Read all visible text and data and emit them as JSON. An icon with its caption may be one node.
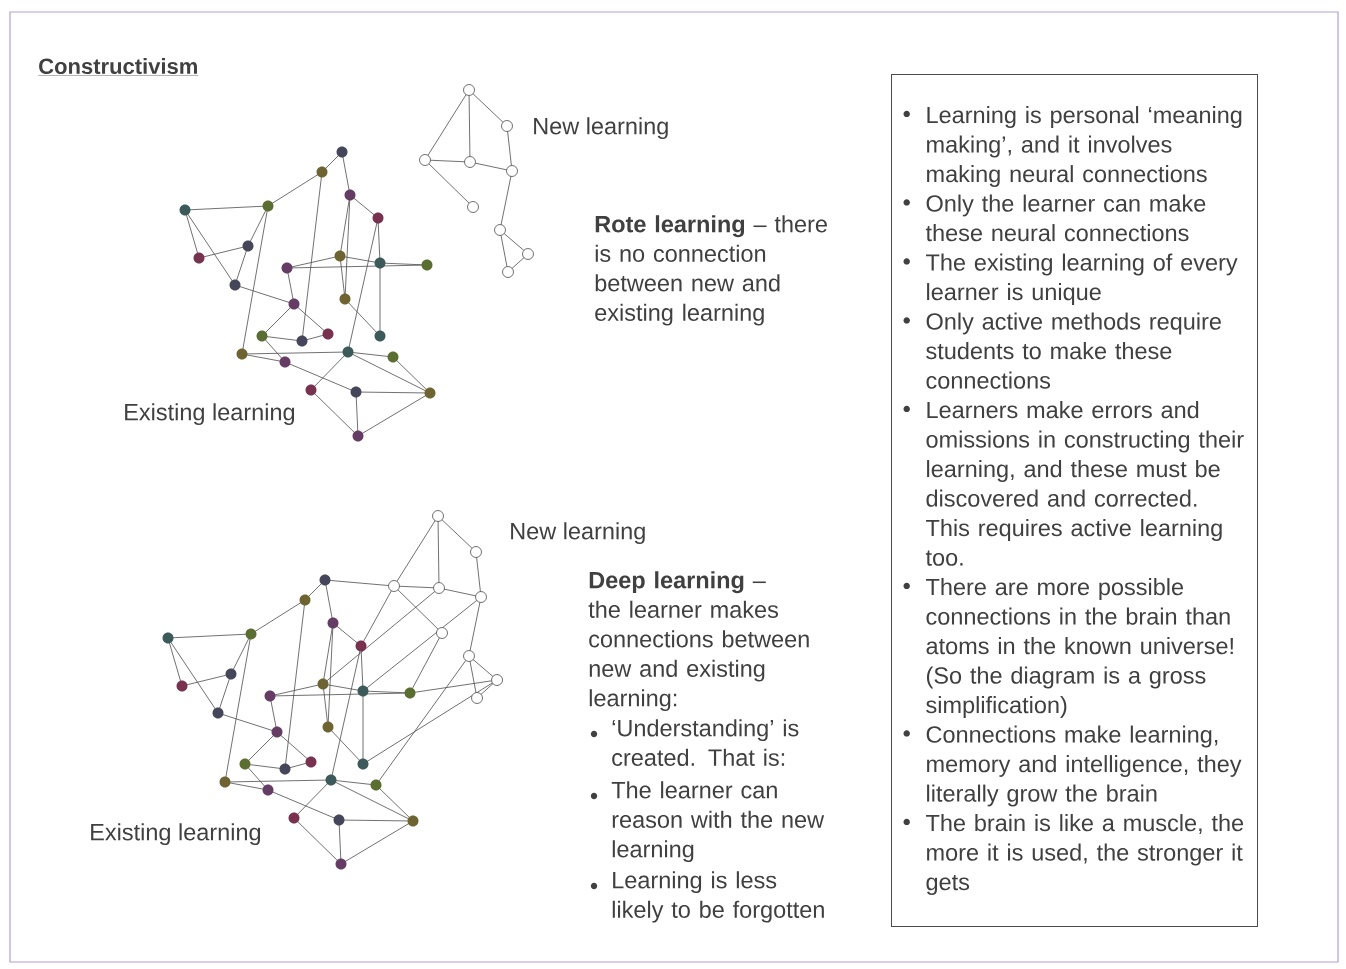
{
  "diagram": {
    "title": "Constructivism",
    "nodes": [
      {
        "text": [
          "Learning is personal ‘meaning making’, and it involves making neural connections",
          "Only the learner can make these neural connections",
          "The existing learning of every learner is unique",
          "Only active methods require students to make these connections",
          "Learners make errors and omissions in constructing their learning, and these must be discovered and corrected.  This requires active learning too.",
          "There are more possible connections in the brain than atoms in the known universe!  (So the diagram is a gross simplification)",
          "Connections make learning, memory and intelligence, they literally grow the brain",
          "The brain is like a muscle, the more it is used, the stronger it gets"
        ]
      }
    ],
    "labels": [
      "New learning",
      "**Rote learning** – there is no connection between new and existing learning",
      "Existing learning",
      "New learning",
      "**Deep learning** – the learner makes connections between new and existing learning:",
      "‘Understanding’ is created.  That is:",
      "The learner can reason with the new learning",
      "Learning is less likely to be forgotten",
      "Existing learning"
    ]
  }
}
